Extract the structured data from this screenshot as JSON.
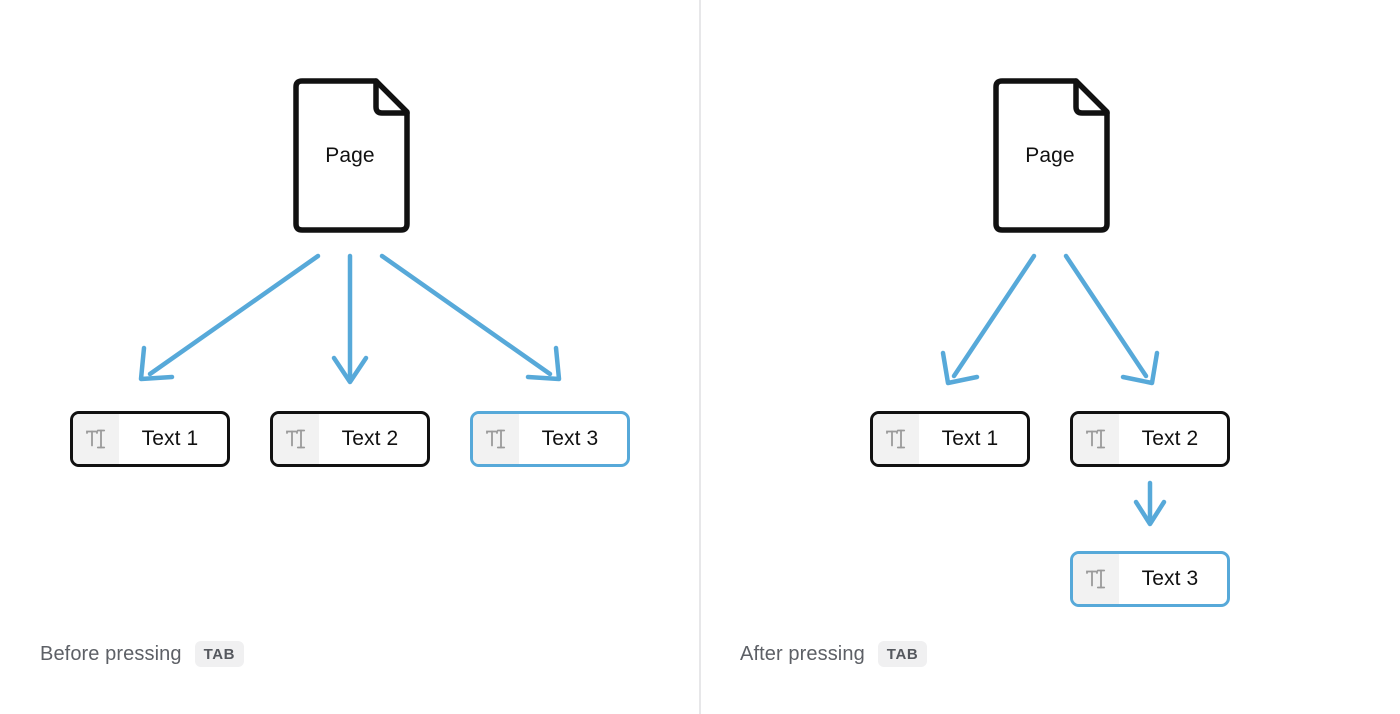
{
  "diagram": {
    "title_hidden": "",
    "accent_color": "#57a9d9",
    "outline_color": "#111111",
    "icon_bg_color": "#f2f2f2",
    "divider_color": "#e7e7e9",
    "caption_color": "#5d6066",
    "badge_bg_color": "#f0f0f1"
  },
  "panels": [
    {
      "id": "before",
      "root": {
        "label": "Page",
        "icon": "page-document-icon"
      },
      "nodes": [
        {
          "label": "Text 1",
          "icon": "text-cursor-icon",
          "selected": false
        },
        {
          "label": "Text 2",
          "icon": "text-cursor-icon",
          "selected": false
        },
        {
          "label": "Text 3",
          "icon": "text-cursor-icon",
          "selected": true
        }
      ],
      "caption": {
        "text": "Before pressing",
        "key": "TAB"
      }
    },
    {
      "id": "after",
      "root": {
        "label": "Page",
        "icon": "page-document-icon"
      },
      "nodes": [
        {
          "label": "Text 1",
          "icon": "text-cursor-icon",
          "selected": false
        },
        {
          "label": "Text 2",
          "icon": "text-cursor-icon",
          "selected": false
        },
        {
          "label": "Text 3",
          "icon": "text-cursor-icon",
          "selected": true
        }
      ],
      "caption": {
        "text": "After pressing",
        "key": "TAB"
      }
    }
  ]
}
